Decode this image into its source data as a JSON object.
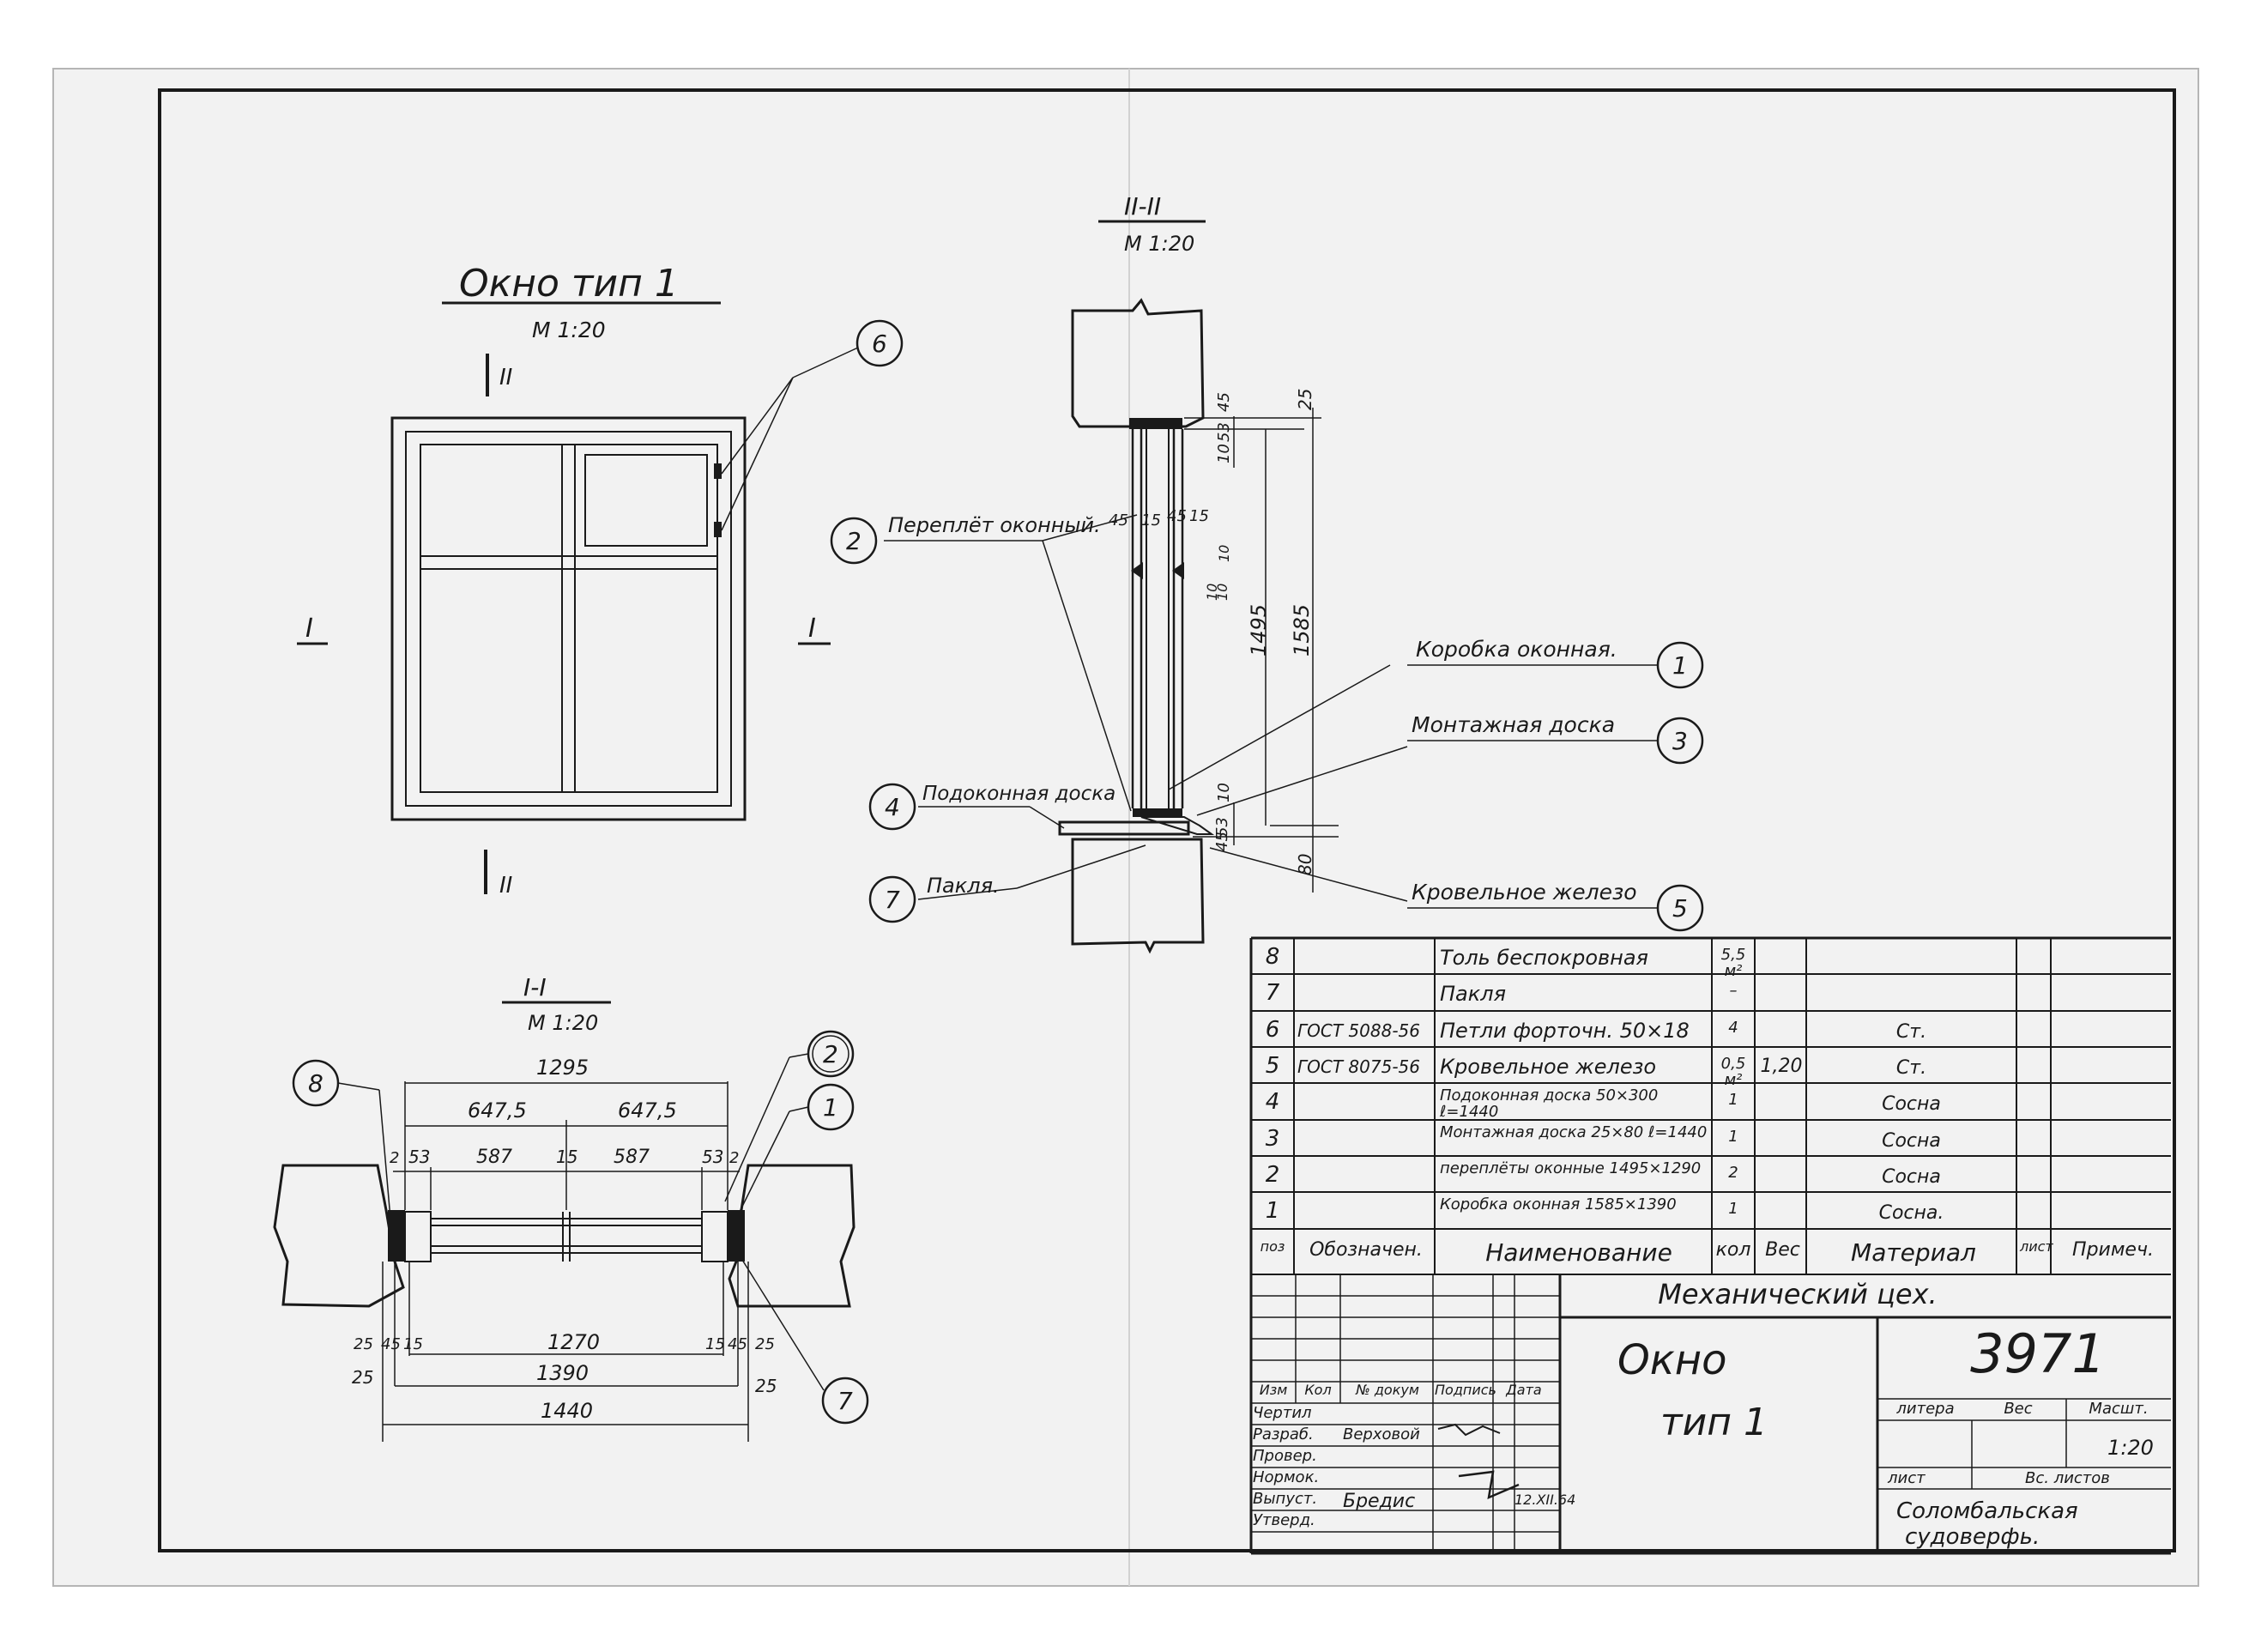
{
  "elevation": {
    "title": "Окно тип 1",
    "scale": "М 1:20",
    "cut_v": "II",
    "cut_h": "I"
  },
  "section2": {
    "title": "II-II",
    "scale": "М 1:20",
    "dims": [
      "25",
      "10",
      "53",
      "45",
      "45",
      "15",
      "45",
      "15",
      "10",
      "10",
      "10",
      "1495",
      "1585",
      "10",
      "53",
      "45",
      "80"
    ]
  },
  "section1": {
    "title": "I-I",
    "scale": "М 1:20",
    "top_dims": [
      "1295",
      "647,5",
      "647,5",
      "2",
      "53",
      "587",
      "15",
      "587",
      "53",
      "2"
    ],
    "bottom_dims": [
      "25",
      "45",
      "15",
      "1270",
      "15",
      "45",
      "25",
      "25",
      "1390",
      "25",
      "1440"
    ]
  },
  "callouts": [
    {
      "num": "6",
      "label": ""
    },
    {
      "num": "2",
      "label": "Переплёт оконный."
    },
    {
      "num": "4",
      "label": "Подоконная доска"
    },
    {
      "num": "7",
      "label": "Пакля."
    },
    {
      "num": "1",
      "label": "Коробка оконная."
    },
    {
      "num": "3",
      "label": "Монтажная доска"
    },
    {
      "num": "5",
      "label": "Кровельное железо"
    },
    {
      "num": "8",
      "label": ""
    }
  ],
  "spec_table": {
    "headers": [
      "поз",
      "Обозначен.",
      "Наименование",
      "кол",
      "Вес",
      "Материал",
      "лист",
      "Примеч."
    ],
    "rows": [
      {
        "pos": "8",
        "designation": "",
        "name": "Толь беспокровная",
        "qty": "5,5 м²",
        "weight": "",
        "material": ""
      },
      {
        "pos": "7",
        "designation": "",
        "name": "Пакля",
        "qty": "–",
        "weight": "",
        "material": ""
      },
      {
        "pos": "6",
        "designation": "ГОСТ 5088-56",
        "name": "Петли форточн. 50×18",
        "qty": "4",
        "weight": "",
        "material": "Ст."
      },
      {
        "pos": "5",
        "designation": "ГОСТ 8075-56",
        "name": "Кровельное железо",
        "qty": "0,5 м²",
        "weight": "1,20",
        "material": "Ст."
      },
      {
        "pos": "4",
        "designation": "",
        "name": "Подоконная доска 50×300 ℓ=1440",
        "qty": "1",
        "weight": "",
        "material": "Сосна"
      },
      {
        "pos": "3",
        "designation": "",
        "name": "Монтажная доска 25×80 ℓ=1440",
        "qty": "1",
        "weight": "",
        "material": "Сосна"
      },
      {
        "pos": "2",
        "designation": "",
        "name": "переплёты оконные 1495×1290",
        "qty": "2",
        "weight": "",
        "material": "Сосна"
      },
      {
        "pos": "1",
        "designation": "",
        "name": "Коробка оконная 1585×1390",
        "qty": "1",
        "weight": "",
        "material": "Сосна."
      }
    ]
  },
  "title_block": {
    "workshop": "Механический цех.",
    "title_line1": "Окно",
    "title_line2": "тип 1",
    "doc_number": "3971",
    "litera_label": "литера",
    "weight_label": "Вес",
    "scale_label": "Масшт.",
    "scale_value": "1:20",
    "sheet_label": "лист",
    "sheets_label": "Вс. листов",
    "org_line1": "Соломбальская",
    "org_line2": "судоверфь.",
    "sig_headers": [
      "Изм",
      "Кол",
      "№ докум",
      "Подпись",
      "Дата"
    ],
    "roles": [
      "Чертил",
      "Разраб.",
      "Провер.",
      "Нормок.",
      "Выпуст.",
      "Утверд."
    ],
    "names": {
      "developer": "Верховой",
      "issuer": "Бредис"
    },
    "date": "12.XII.64"
  }
}
